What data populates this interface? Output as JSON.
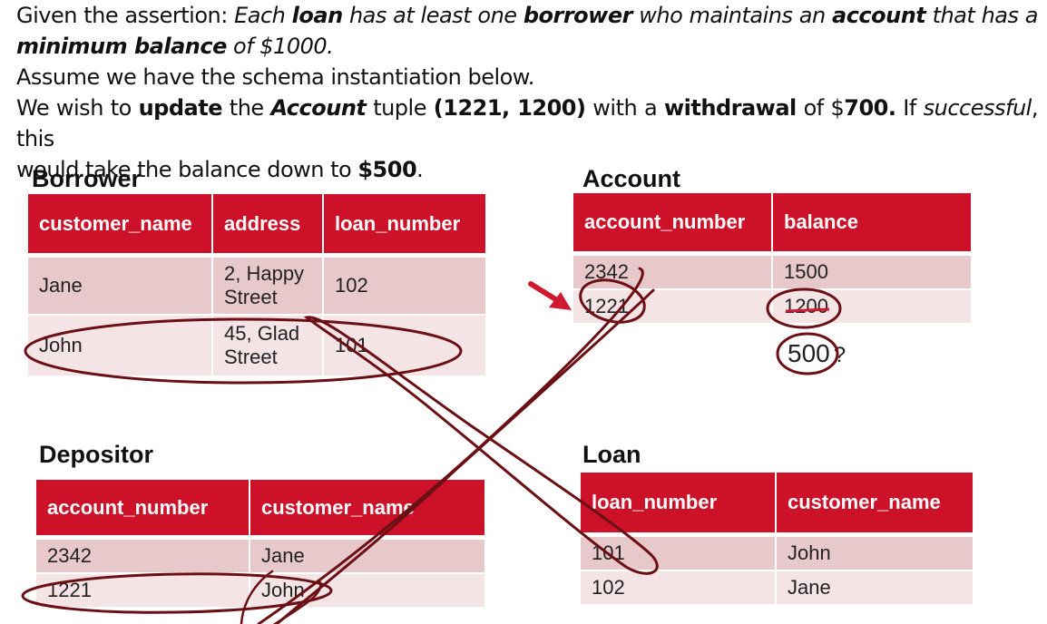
{
  "intro": {
    "l1_a": "Given the assertion: ",
    "l1_b": "Each ",
    "l1_c": "loan",
    "l1_d": " has at least one ",
    "l1_e": "borrower",
    "l1_f": " who maintains an ",
    "l1_g": "account",
    "l1_h": " that has a",
    "l2_a": "minimum balance",
    "l2_b": " of $1000.",
    "l3": "Assume we have the schema instantiation below.",
    "l4_a": "We wish to ",
    "l4_b": "update",
    "l4_c": " the ",
    "l4_d": "Account",
    "l4_e": " tuple ",
    "l4_f": "(1221, 1200)",
    "l4_g": " with a ",
    "l4_h": "withdrawal",
    "l4_i": " of $",
    "l4_j": "700.",
    "l4_k": " If ",
    "l4_l": "successful",
    "l4_m": ", this",
    "l5_a": "would take the balance down to ",
    "l5_b": "$500",
    "l5_c": "."
  },
  "borrower": {
    "title": "Borrower",
    "headers": [
      "customer_name",
      "address",
      "loan_number"
    ],
    "rows": [
      [
        "Jane",
        "2, Happy",
        "Street",
        "102"
      ],
      [
        "John",
        "45, Glad",
        "Street",
        "101"
      ]
    ]
  },
  "account": {
    "title": "Account",
    "headers": [
      "account_number",
      "balance"
    ],
    "rows": [
      [
        "2342",
        "1500"
      ],
      [
        "1221",
        "1200"
      ]
    ],
    "new_balance": "500",
    "question_mark": "?"
  },
  "depositor": {
    "title": "Depositor",
    "headers": [
      "account_number",
      "customer_name"
    ],
    "rows": [
      [
        "2342",
        "Jane"
      ],
      [
        "1221",
        "John"
      ]
    ]
  },
  "loan": {
    "title": "Loan",
    "headers": [
      "loan_number",
      "customer_name"
    ],
    "rows": [
      [
        "101",
        "John"
      ],
      [
        "102",
        "Jane"
      ]
    ]
  },
  "colors": {
    "header": "#cc1128",
    "row_odd": "#e8c9cb",
    "row_even": "#f4e4e5",
    "annotation": "#6b0f14",
    "arrow": "#d01830"
  }
}
